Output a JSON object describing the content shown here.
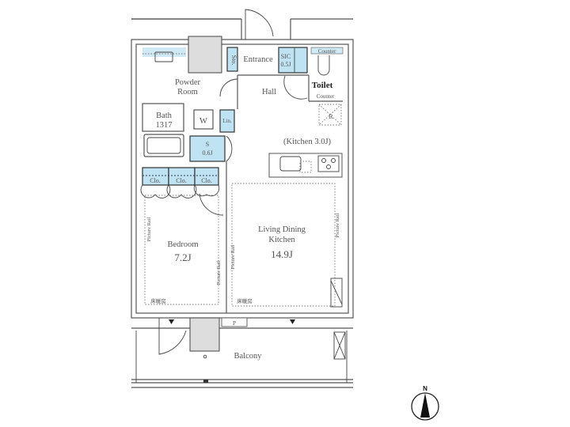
{
  "floorplan": {
    "rooms": {
      "entrance": "Entrance",
      "sto": "Sto.",
      "sic": "SIC",
      "sic_size": "0.5J",
      "counter_top": "Counter",
      "toilet": "Toilet",
      "counter_toilet": "Counter",
      "powder_room_1": "Powder",
      "powder_room_2": "Room",
      "hall": "Hall",
      "bath": "Bath",
      "bath_size": "1317",
      "washer": "W",
      "linen": "Lin.",
      "refrigerator": "R",
      "storage_s": "S",
      "storage_s_size": "0.6J",
      "kitchen": "(Kitchen 3.0J)",
      "closet_1": "Clo.",
      "closet_2": "Clo.",
      "closet_3": "Clo.",
      "bedroom": "Bedroom",
      "bedroom_size": "7.2J",
      "ldk_1": "Living Dining",
      "ldk_2": "Kitchen",
      "ldk_size": "14.9J",
      "picture_rail": "Picture Rail",
      "floor_heating": "床暖房",
      "pipe_space": "P",
      "balcony": "Balcony"
    },
    "compass": {
      "label": "N"
    },
    "colors": {
      "storage_fill": "#bfe3f3",
      "wall": "#555555",
      "outdoor_unit": "#dddddd"
    }
  }
}
